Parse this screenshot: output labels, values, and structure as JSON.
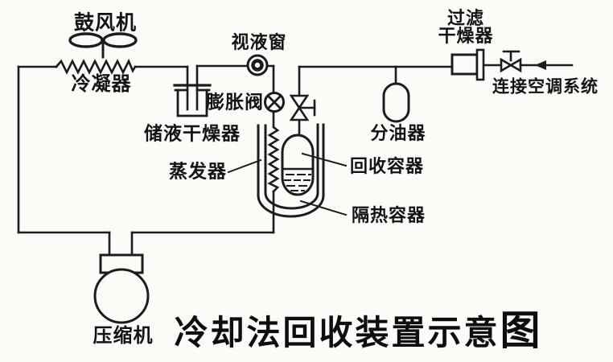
{
  "title": {
    "main": "冷却法回收装置示意",
    "last": "图"
  },
  "labels": {
    "blower": "鼓风机",
    "condenser": "冷凝器",
    "sight_glass": "视液窗",
    "filter_drier_line1": "过滤",
    "filter_drier_line2": "干燥器",
    "connect_ac": "连接空调系统",
    "expansion_valve": "膨胀阀",
    "receiver_drier": "储液干燥器",
    "oil_separator": "分油器",
    "evaporator": "蒸发器",
    "recovery_container": "回收容器",
    "insulated_container": "隔热容器",
    "compressor": "压缩机"
  },
  "icons": {
    "fan": "blower-fan-icon",
    "sight_glass": "sight-glass-icon",
    "expansion_valve": "expansion-valve-icon",
    "hand_valve_vertical": "hand-valve-icon",
    "hand_valve_horizontal": "hand-valve-icon",
    "flow_arrow": "flow-direction-arrow-icon"
  },
  "colors": {
    "line": "#1c1c1c",
    "background": "#fcfbf8",
    "text": "#141414"
  }
}
